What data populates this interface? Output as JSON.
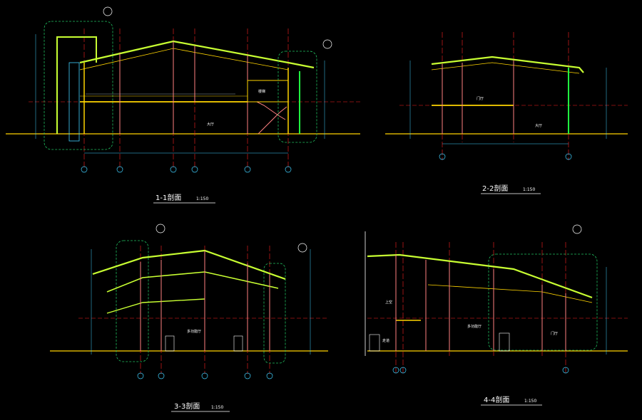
{
  "drawings": [
    {
      "title": "1-1剖面",
      "scale": "1:150",
      "rooms": [
        "楼梯",
        "大厅"
      ]
    },
    {
      "title": "2-2剖面",
      "scale": "1:150",
      "rooms": [
        "门厅",
        "大厅"
      ]
    },
    {
      "title": "3-3剖面",
      "scale": "1:150",
      "rooms": [
        "多功能厅"
      ]
    },
    {
      "title": "4-4剖面",
      "scale": "1:150",
      "rooms": [
        "上空",
        "走道",
        "多功能厅",
        "门厅"
      ]
    }
  ],
  "colors": {
    "background": "#000000",
    "roof": "#c8ff32",
    "wall": "#ffd400",
    "column": "#ff8080",
    "axis": "#ff2020",
    "dim": "#40d0ff",
    "outline": "#20c060",
    "text": "#ffffff"
  }
}
